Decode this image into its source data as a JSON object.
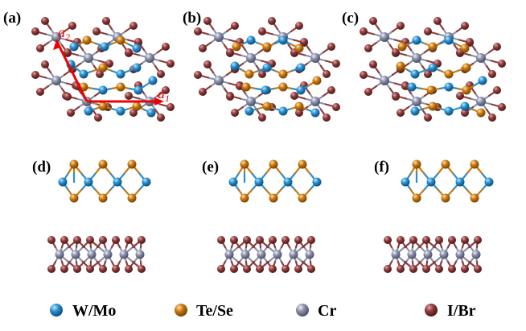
{
  "panels": [
    {
      "id": "a",
      "label": "(a)"
    },
    {
      "id": "b",
      "label": "(b)"
    },
    {
      "id": "c",
      "label": "(c)"
    },
    {
      "id": "d",
      "label": "(d)"
    },
    {
      "id": "e",
      "label": "(e)"
    },
    {
      "id": "f",
      "label": "(f)"
    }
  ],
  "lattice_vectors": {
    "a1": "a",
    "a1_sub": "1",
    "a2": "a",
    "a2_sub": "2",
    "color": "#ee0000"
  },
  "legend": [
    {
      "label": "W/Mo",
      "color": "#2a8fcf",
      "species": "metal-M"
    },
    {
      "label": "Te/Se",
      "color": "#c97a12",
      "species": "chalcogen-X"
    },
    {
      "label": "Cr",
      "color": "#8b90a8",
      "species": "chromium"
    },
    {
      "label": "I/Br",
      "color": "#8e3b3b",
      "species": "halogen"
    }
  ]
}
